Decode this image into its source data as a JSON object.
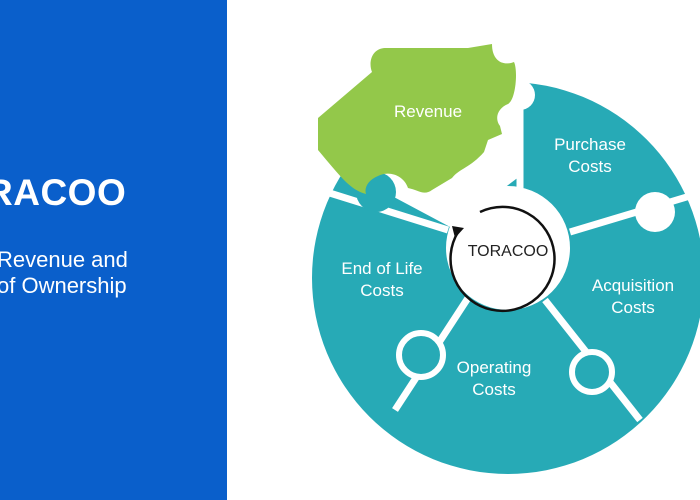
{
  "left_panel": {
    "title": "RACOO",
    "subtitle_line1": "Revenue and",
    "subtitle_line2": "of Ownership"
  },
  "diagram": {
    "center": "TORACOO",
    "segments": {
      "revenue": [
        "Revenue"
      ],
      "purchase": [
        "Purchase",
        "Costs"
      ],
      "acquisition": [
        "Acquisition",
        "Costs"
      ],
      "operating": [
        "Operating",
        "Costs"
      ],
      "end_of_life": [
        "End of Life",
        "Costs"
      ]
    }
  },
  "colors": {
    "panel_blue": "#0a5fcb",
    "teal": "#27aab6",
    "green": "#93c84a"
  }
}
